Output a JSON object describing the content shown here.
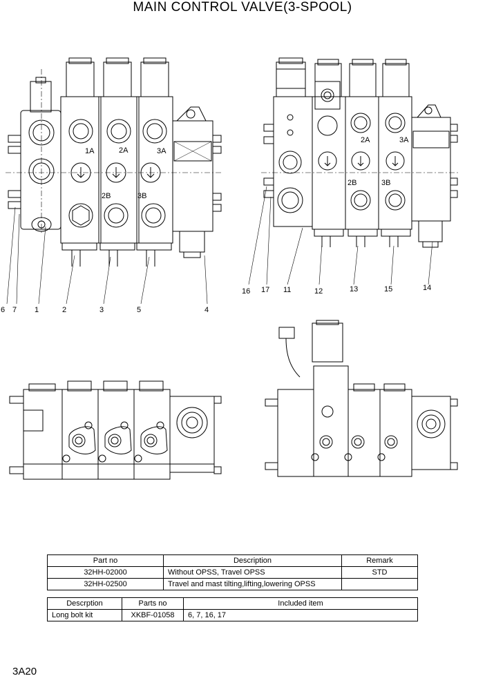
{
  "title": "MAIN CONTROL VALVE(3-SPOOL)",
  "page_id": "3A20",
  "callouts_left": [
    "6",
    "7",
    "1",
    "2",
    "3",
    "5",
    "4"
  ],
  "callouts_right": [
    "16",
    "17",
    "11",
    "12",
    "13",
    "15",
    "14"
  ],
  "port_labels_left": [
    "1A",
    "2A",
    "3A",
    "2B",
    "3B"
  ],
  "port_labels_right": [
    "2A",
    "3A",
    "2B",
    "3B"
  ],
  "parts_table": {
    "headers": [
      "Part no",
      "Description",
      "Remark"
    ],
    "rows": [
      [
        "32HH-02000",
        "Without OPSS, Travel OPSS",
        "STD"
      ],
      [
        "32HH-02500",
        "Travel and mast tilting,lifting,lowering OPSS",
        ""
      ]
    ]
  },
  "kit_table": {
    "headers": [
      "Descrption",
      "Parts no",
      "Included item"
    ],
    "rows": [
      [
        "Long bolt kit",
        "XKBF-01058",
        "6, 7, 16, 17"
      ]
    ]
  }
}
